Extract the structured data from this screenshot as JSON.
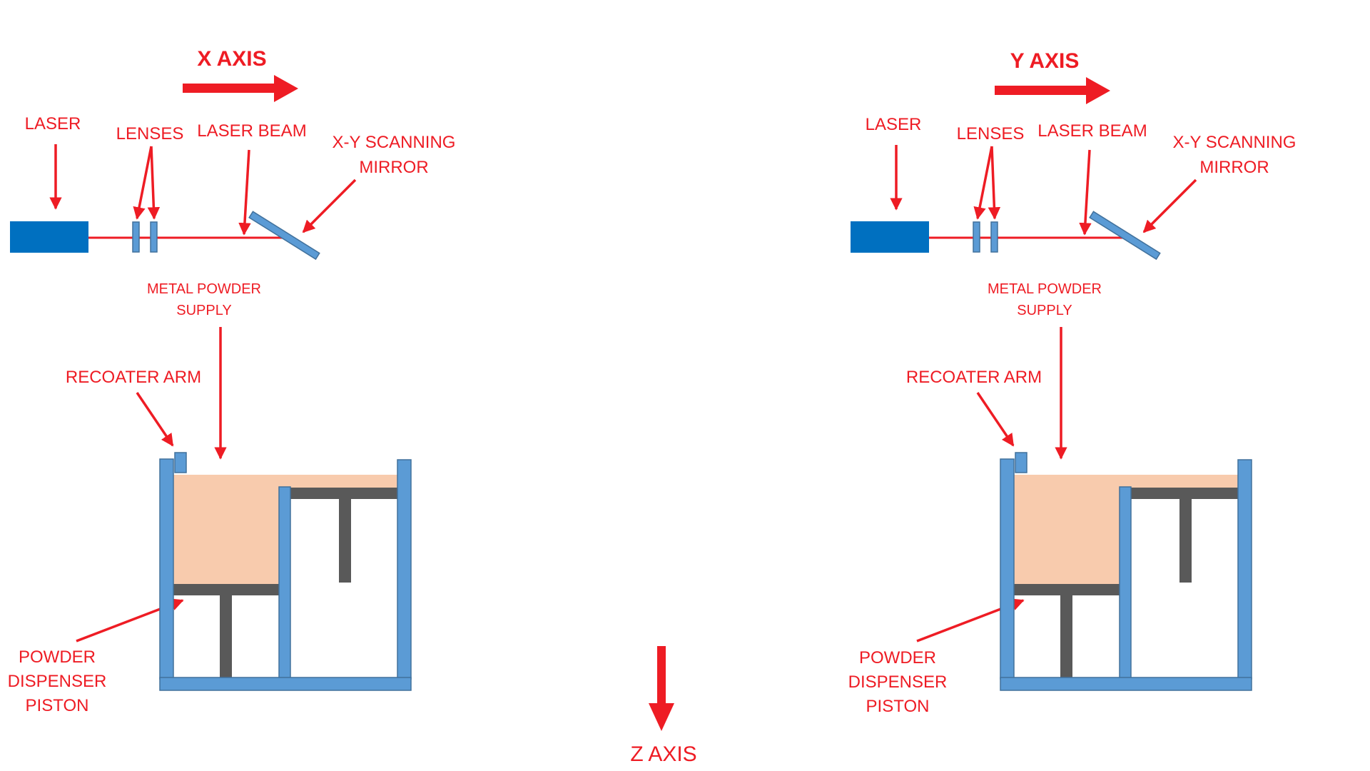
{
  "colors": {
    "label": "#ee1c24",
    "arrow": "#ee1c24",
    "beam": "#ee1c24",
    "laser_body": "#0070c0",
    "frame": "#5b9bd5",
    "frame_stroke": "#41719c",
    "powder": "#f8cbad",
    "piston": "#595959"
  },
  "diagrams": [
    {
      "axis_label": "X AXIS",
      "laser": "LASER",
      "lenses": "LENSES",
      "laser_beam": "LASER BEAM",
      "mirror_line1": "X-Y SCANNING",
      "mirror_line2": "MIRROR",
      "powder_line1": "METAL POWDER",
      "powder_line2": "SUPPLY",
      "recoater": "RECOATER ARM",
      "piston_line1": "POWDER",
      "piston_line2": "DISPENSER",
      "piston_line3": "PISTON"
    },
    {
      "axis_label": "Y AXIS",
      "laser": "LASER",
      "lenses": "LENSES",
      "laser_beam": "LASER BEAM",
      "mirror_line1": "X-Y SCANNING",
      "mirror_line2": "MIRROR",
      "powder_line1": "METAL POWDER",
      "powder_line2": "SUPPLY",
      "recoater": "RECOATER ARM",
      "piston_line1": "POWDER",
      "piston_line2": "DISPENSER",
      "piston_line3": "PISTON"
    }
  ],
  "z_axis_label": "Z AXIS"
}
